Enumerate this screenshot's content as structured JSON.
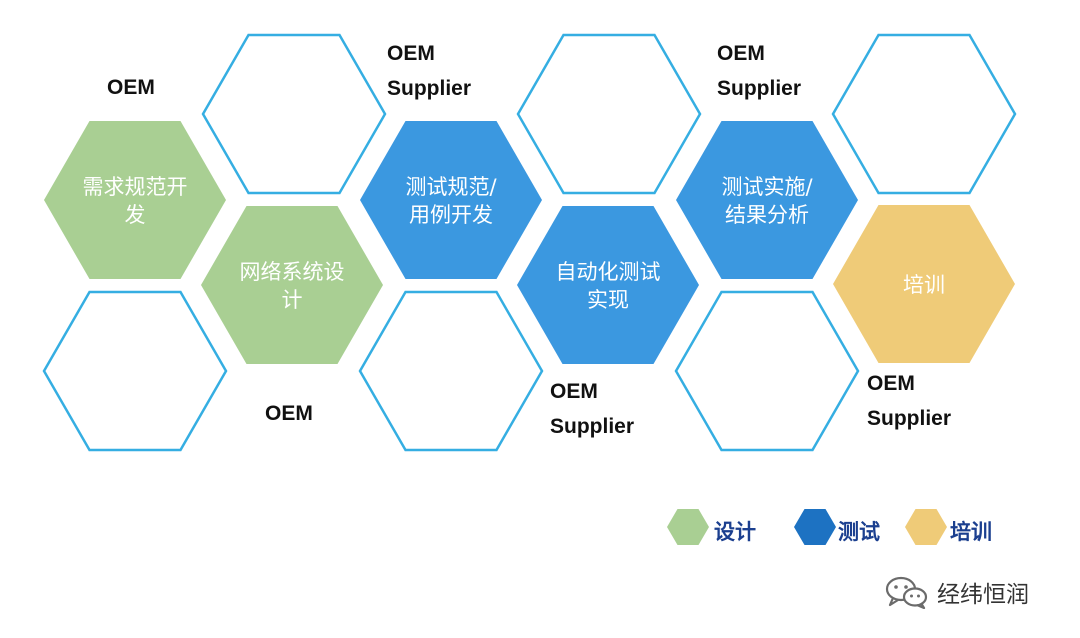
{
  "colors": {
    "design": "#a9cf93",
    "test": "#3b98e0",
    "training": "#efcb78",
    "outline": "#35aee2",
    "legend_test": "#1d72c2"
  },
  "hexagons": [
    {
      "id": "req",
      "text": [
        "需求规范开",
        "发"
      ],
      "fill": "design"
    },
    {
      "id": "net",
      "text": [
        "网络系统设",
        "计"
      ],
      "fill": "design"
    },
    {
      "id": "spec",
      "text": [
        "测试规范/",
        "用例开发"
      ],
      "fill": "test"
    },
    {
      "id": "auto",
      "text": [
        "自动化测试",
        "实现"
      ],
      "fill": "test"
    },
    {
      "id": "exec",
      "text": [
        "测试实施/",
        "结果分析"
      ],
      "fill": "test"
    },
    {
      "id": "train",
      "text": [
        "培训"
      ],
      "fill": "training"
    }
  ],
  "roles": [
    {
      "id": "role-1",
      "lines": [
        "OEM"
      ]
    },
    {
      "id": "role-2",
      "lines": [
        "OEM",
        "Supplier"
      ]
    },
    {
      "id": "role-3",
      "lines": [
        "OEM",
        "Supplier"
      ]
    },
    {
      "id": "role-4",
      "lines": [
        "OEM"
      ]
    },
    {
      "id": "role-5",
      "lines": [
        "OEM",
        "Supplier"
      ]
    },
    {
      "id": "role-6",
      "lines": [
        "OEM",
        "Supplier"
      ]
    }
  ],
  "legend": [
    {
      "id": "design",
      "label": "设计",
      "color": "design"
    },
    {
      "id": "test",
      "label": "测试",
      "color": "legend_test"
    },
    {
      "id": "training",
      "label": "培训",
      "color": "training"
    }
  ],
  "watermark": {
    "text": "经纬恒润",
    "icon": "wechat-icon"
  }
}
